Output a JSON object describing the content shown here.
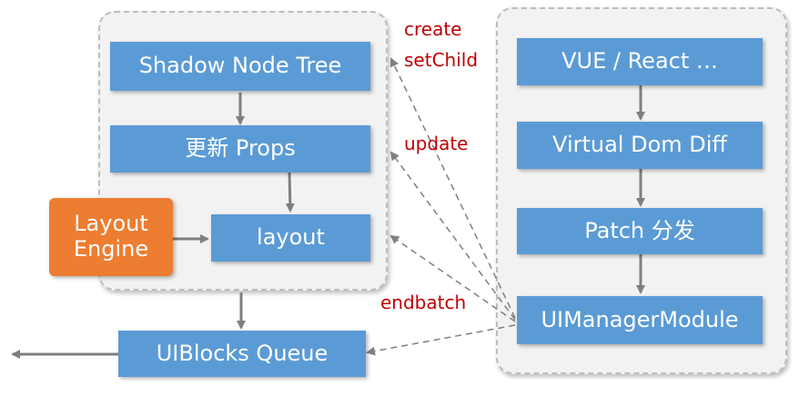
{
  "nodes": {
    "shadow_tree": "Shadow Node Tree",
    "update_props": "更新 Props",
    "layout": "layout",
    "layout_engine": "Layout\nEngine",
    "uiblocks_queue": "UIBlocks Queue",
    "vue_react": "VUE  / React …",
    "virtual_dom_diff": "Virtual Dom Diff",
    "patch": "Patch 分发",
    "uimanager": "UIManagerModule"
  },
  "labels": {
    "create": "create",
    "setchild": "setChild",
    "update": "update",
    "endbatch": "endbatch"
  },
  "colors": {
    "node_blue": "#5b9bd5",
    "node_orange": "#ed7d31",
    "label_red": "#c00000",
    "arrow_gray": "#7f7f7f"
  }
}
